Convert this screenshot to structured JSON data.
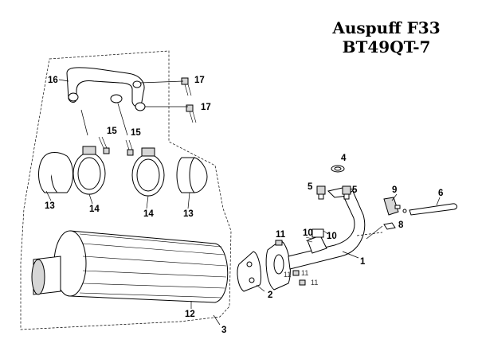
{
  "title": {
    "line1": "Auspuff F33",
    "line2": "BT49QT-7"
  },
  "callouts": {
    "c1": "1",
    "c2": "2",
    "c3": "3",
    "c4": "4",
    "c5a": "5",
    "c5b": "5",
    "c6": "6",
    "c8": "8",
    "c9": "9",
    "c10a": "10",
    "c10b": "10",
    "c11a": "11",
    "c11b": "11",
    "c11c": "11",
    "c11d": "11",
    "c12": "12",
    "c13a": "13",
    "c13b": "13",
    "c14a": "14",
    "c14b": "14",
    "c15a": "15",
    "c15b": "15",
    "c16": "16",
    "c17a": "17",
    "c17b": "17"
  }
}
